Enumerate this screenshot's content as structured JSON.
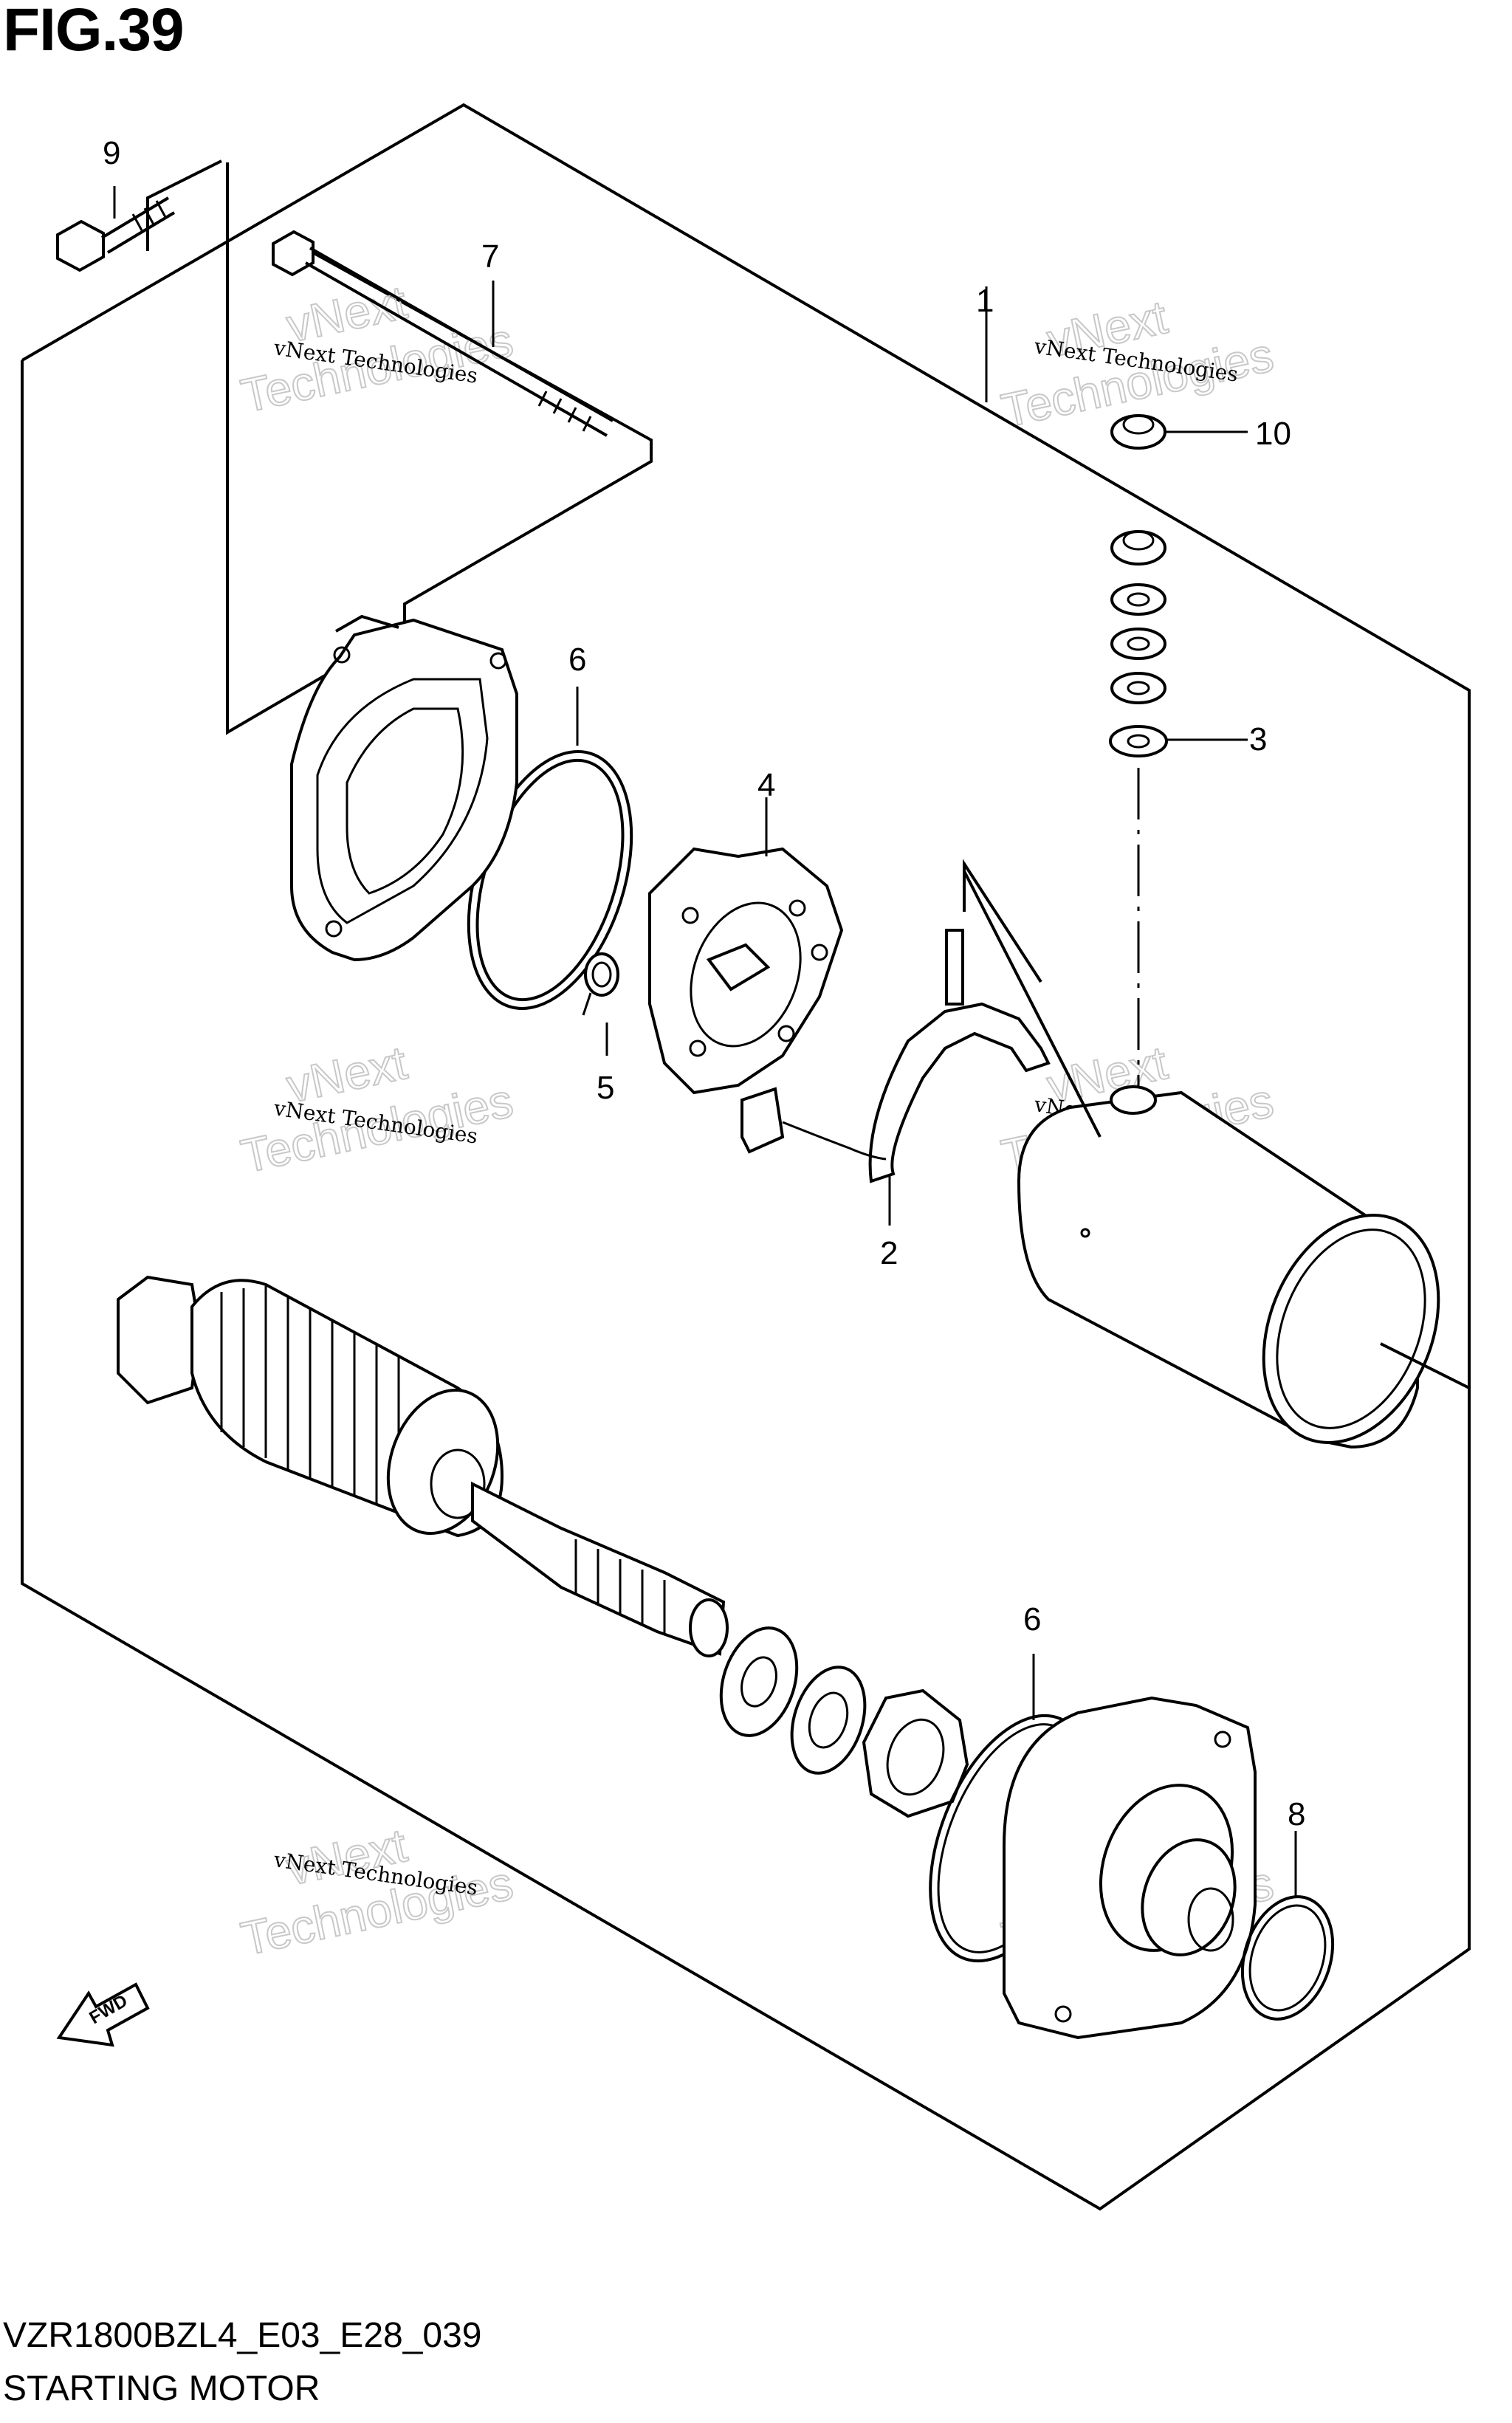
{
  "figure": {
    "title": "FIG.39",
    "code": "VZR1800BZL4_E03_E28_039",
    "name": "STARTING MOTOR"
  },
  "callouts": [
    {
      "id": "c1",
      "label": "1"
    },
    {
      "id": "c2",
      "label": "2"
    },
    {
      "id": "c3",
      "label": "3"
    },
    {
      "id": "c4",
      "label": "4"
    },
    {
      "id": "c5",
      "label": "5"
    },
    {
      "id": "c6a",
      "label": "6"
    },
    {
      "id": "c6b",
      "label": "6"
    },
    {
      "id": "c7",
      "label": "7"
    },
    {
      "id": "c8",
      "label": "8"
    },
    {
      "id": "c9",
      "label": "9"
    },
    {
      "id": "c10",
      "label": "10"
    }
  ],
  "watermark": {
    "small": "vNext Technologies",
    "big": "Technologies",
    "top": "vNext"
  },
  "fwd_label": "FWD"
}
